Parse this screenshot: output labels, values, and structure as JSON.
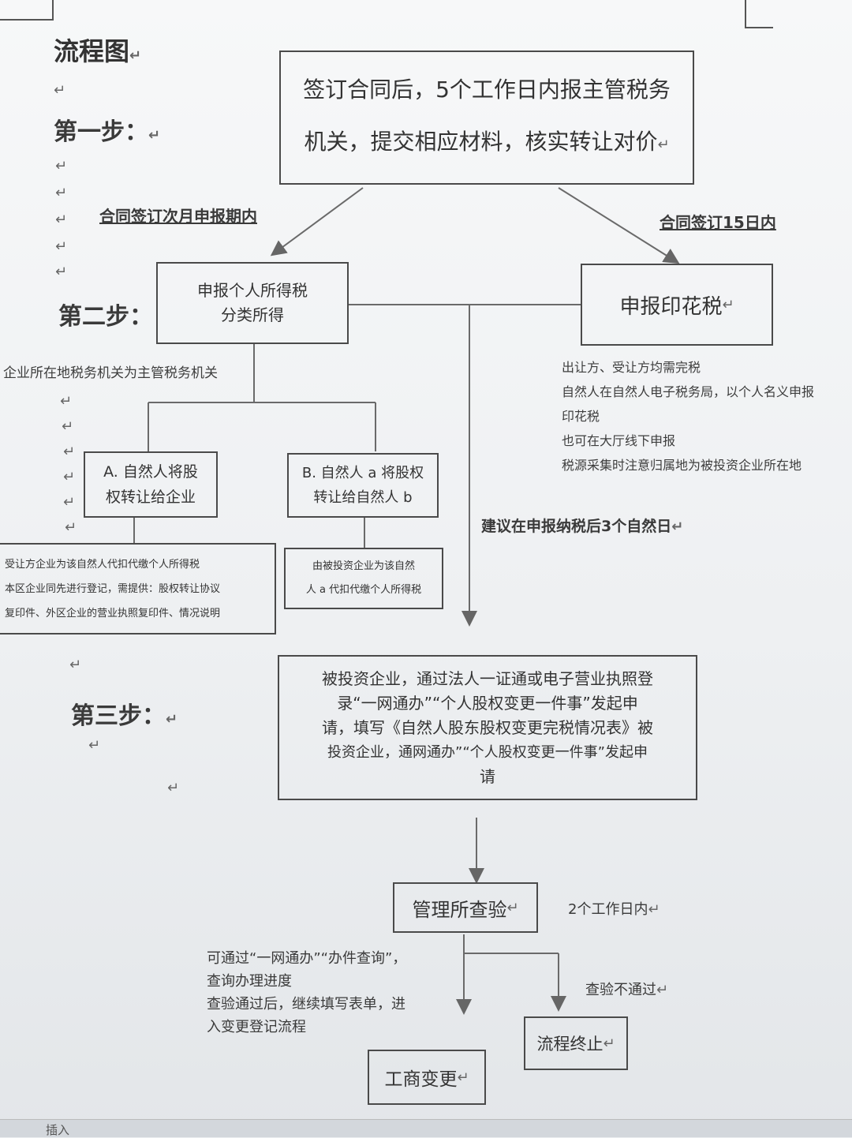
{
  "title": "流程图",
  "steps": {
    "step1": "第一步：",
    "step2": "第二步：",
    "step3": "第三步："
  },
  "box_contract": {
    "line1": "签订合同后，5个工作日内报主管税务",
    "line2": "机关，提交相应材料，核实转让对价"
  },
  "edge_left": "合同签订次月申报期内",
  "edge_right": "合同签订15日内",
  "box_income_tax": {
    "line1": "申报个人所得税",
    "line2": "分类所得"
  },
  "box_stamp_tax": "申报印花税",
  "note_tax_authority": "企业所在地税务机关为主管税务机关",
  "stamp_notes": [
    "出让方、受让方均需完税",
    "自然人在自然人电子税务局，以个人名义申报",
    "印花税",
    "也可在大厅线下申报",
    "税源采集时注意归属地为被投资企业所在地"
  ],
  "box_a": {
    "line1": "A. 自然人将股",
    "line2": "权转让给企业"
  },
  "box_b": {
    "line1": "B. 自然人 a 将股权",
    "line2": "转让给自然人 b"
  },
  "suggest": "建议在申报纳税后3个自然日",
  "box_a_detail": {
    "line1": "受让方企业为该自然人代扣代缴个人所得税",
    "line2": "本区企业同先进行登记，需提供：股权转让协议",
    "line3": "复印件、外区企业的营业执照复印件、情况说明"
  },
  "box_b_detail": {
    "line1": "由被投资企业为该自然",
    "line2": "人 a 代扣代缴个人所得税"
  },
  "box_step3": {
    "line1": "被投资企业，通过法人一证通或电子营业执照登",
    "line2": "录“一网通办”“个人股权变更一件事”发起申",
    "line3": "请，填写《自然人股东股权变更完税情况表》被",
    "line4": "投资企业，通网通办”“个人股权变更一件事”发起申",
    "line5": "请"
  },
  "box_check": "管理所查验",
  "check_time": "2个工作日内",
  "check_note": {
    "line1": "可通过“一网通办”“办件查询”，",
    "line2": "查询办理进度",
    "line3": "查验通过后，继续填写表单，进",
    "line4": "入变更登记流程"
  },
  "check_fail": "查验不通过",
  "box_end": "流程终止",
  "box_business_change": "工商变更",
  "status_bar": "插入"
}
